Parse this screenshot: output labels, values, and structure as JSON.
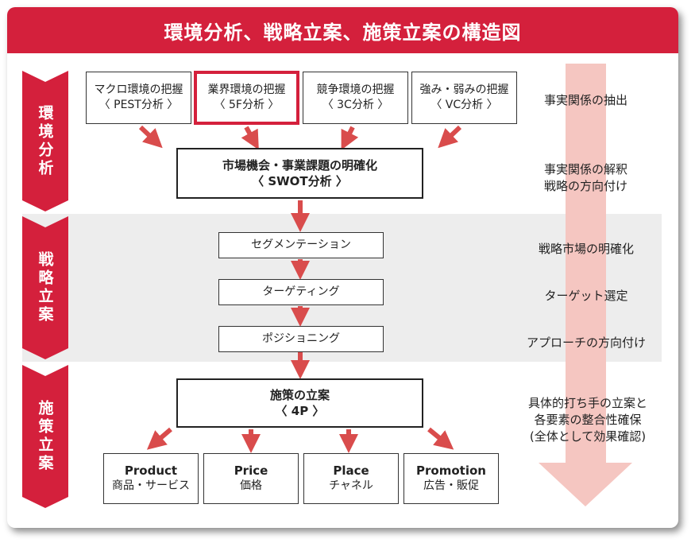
{
  "title": "環境分析、戦略立案、施策立案の構造図",
  "colors": {
    "accent": "#d4203c",
    "big_arrow": "#f5c6c1",
    "band": "#ededed"
  },
  "phases": [
    {
      "label": "環境分析"
    },
    {
      "label": "戦略立案"
    },
    {
      "label": "施策立案"
    }
  ],
  "env_boxes": [
    {
      "line1": "マクロ環境の把握",
      "line2": "〈 PEST分析 〉",
      "highlighted": false
    },
    {
      "line1": "業界環境の把握",
      "line2": "〈 5F分析 〉",
      "highlighted": true
    },
    {
      "line1": "競争環境の把握",
      "line2": "〈 3C分析 〉",
      "highlighted": false
    },
    {
      "line1": "強み・弱みの把握",
      "line2": "〈 VC分析 〉",
      "highlighted": false
    }
  ],
  "swot_box": {
    "line1": "市場機会・事業課題の明確化",
    "line2": "〈 SWOT分析 〉"
  },
  "strategy_steps": [
    "セグメンテーション",
    "ターゲティング",
    "ポジショニング"
  ],
  "measures_box": {
    "line1": "施策の立案",
    "line2": "〈 4P 〉"
  },
  "mix_boxes": [
    {
      "name": "Product",
      "sub": "商品・サービス"
    },
    {
      "name": "Price",
      "sub": "価格"
    },
    {
      "name": "Place",
      "sub": "チャネル"
    },
    {
      "name": "Promotion",
      "sub": "広告・販促"
    }
  ],
  "notes": [
    "事実関係の抽出",
    "事実関係の解釈\n戦略の方向付け",
    "戦略市場の明確化",
    "ターゲット選定",
    "アプローチの方向付け",
    "具体的打ち手の立案と\n各要素の整合性確保\n(全体として効果確認)"
  ]
}
